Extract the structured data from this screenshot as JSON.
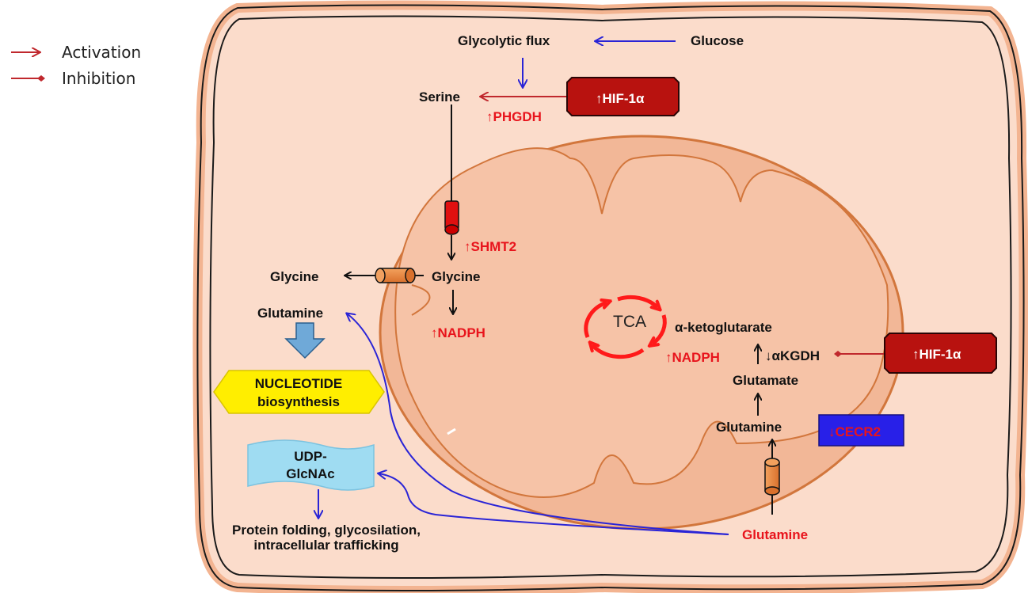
{
  "legend": {
    "activation": "Activation",
    "inhibition": "Inhibition"
  },
  "labels": {
    "glycolytic_flux": "Glycolytic flux",
    "glucose": "Glucose",
    "serine": "Serine",
    "phgdh": "↑PHGDH",
    "hif_top": "↑HIF-1α",
    "shmt2": "↑SHMT2",
    "glycine_mito": "Glycine",
    "glycine_cyto": "Glycine",
    "nadph_left": "↑NADPH",
    "glutamine_cyto": "Glutamine",
    "nucleotide_line1": "NUCLEOTIDE",
    "nucleotide_line2": "biosynthesis",
    "udp_line1": "UDP-",
    "udp_line2": "GlcNAc",
    "protein_line1": "Protein folding, glycosilation,",
    "protein_line2": "intracellular trafficking",
    "tca": "TCA",
    "akg": "α-ketoglutarate",
    "nadph_right": "↑NADPH",
    "akgdh": "↓αKGDH",
    "hif_right": "↑HIF-1α",
    "glutamate": "Glutamate",
    "glutamine_mito": "Glutamine",
    "cecr2": "↓CECR2",
    "glutamine_bottom": "Glutamine"
  },
  "colors": {
    "activation": "#c0282d",
    "flux_arrow": "#2a24d6",
    "highlight_red": "#e8141c",
    "hif_fill": "#b8120f",
    "cell_fill": "#fbdccb",
    "cell_border": "#f3b491",
    "mito_fill": "#f2b797",
    "nucleotide_fill": "#ffee00",
    "udp_fill": "#9fdcf2",
    "cecr2_fill": "#2820e8"
  }
}
